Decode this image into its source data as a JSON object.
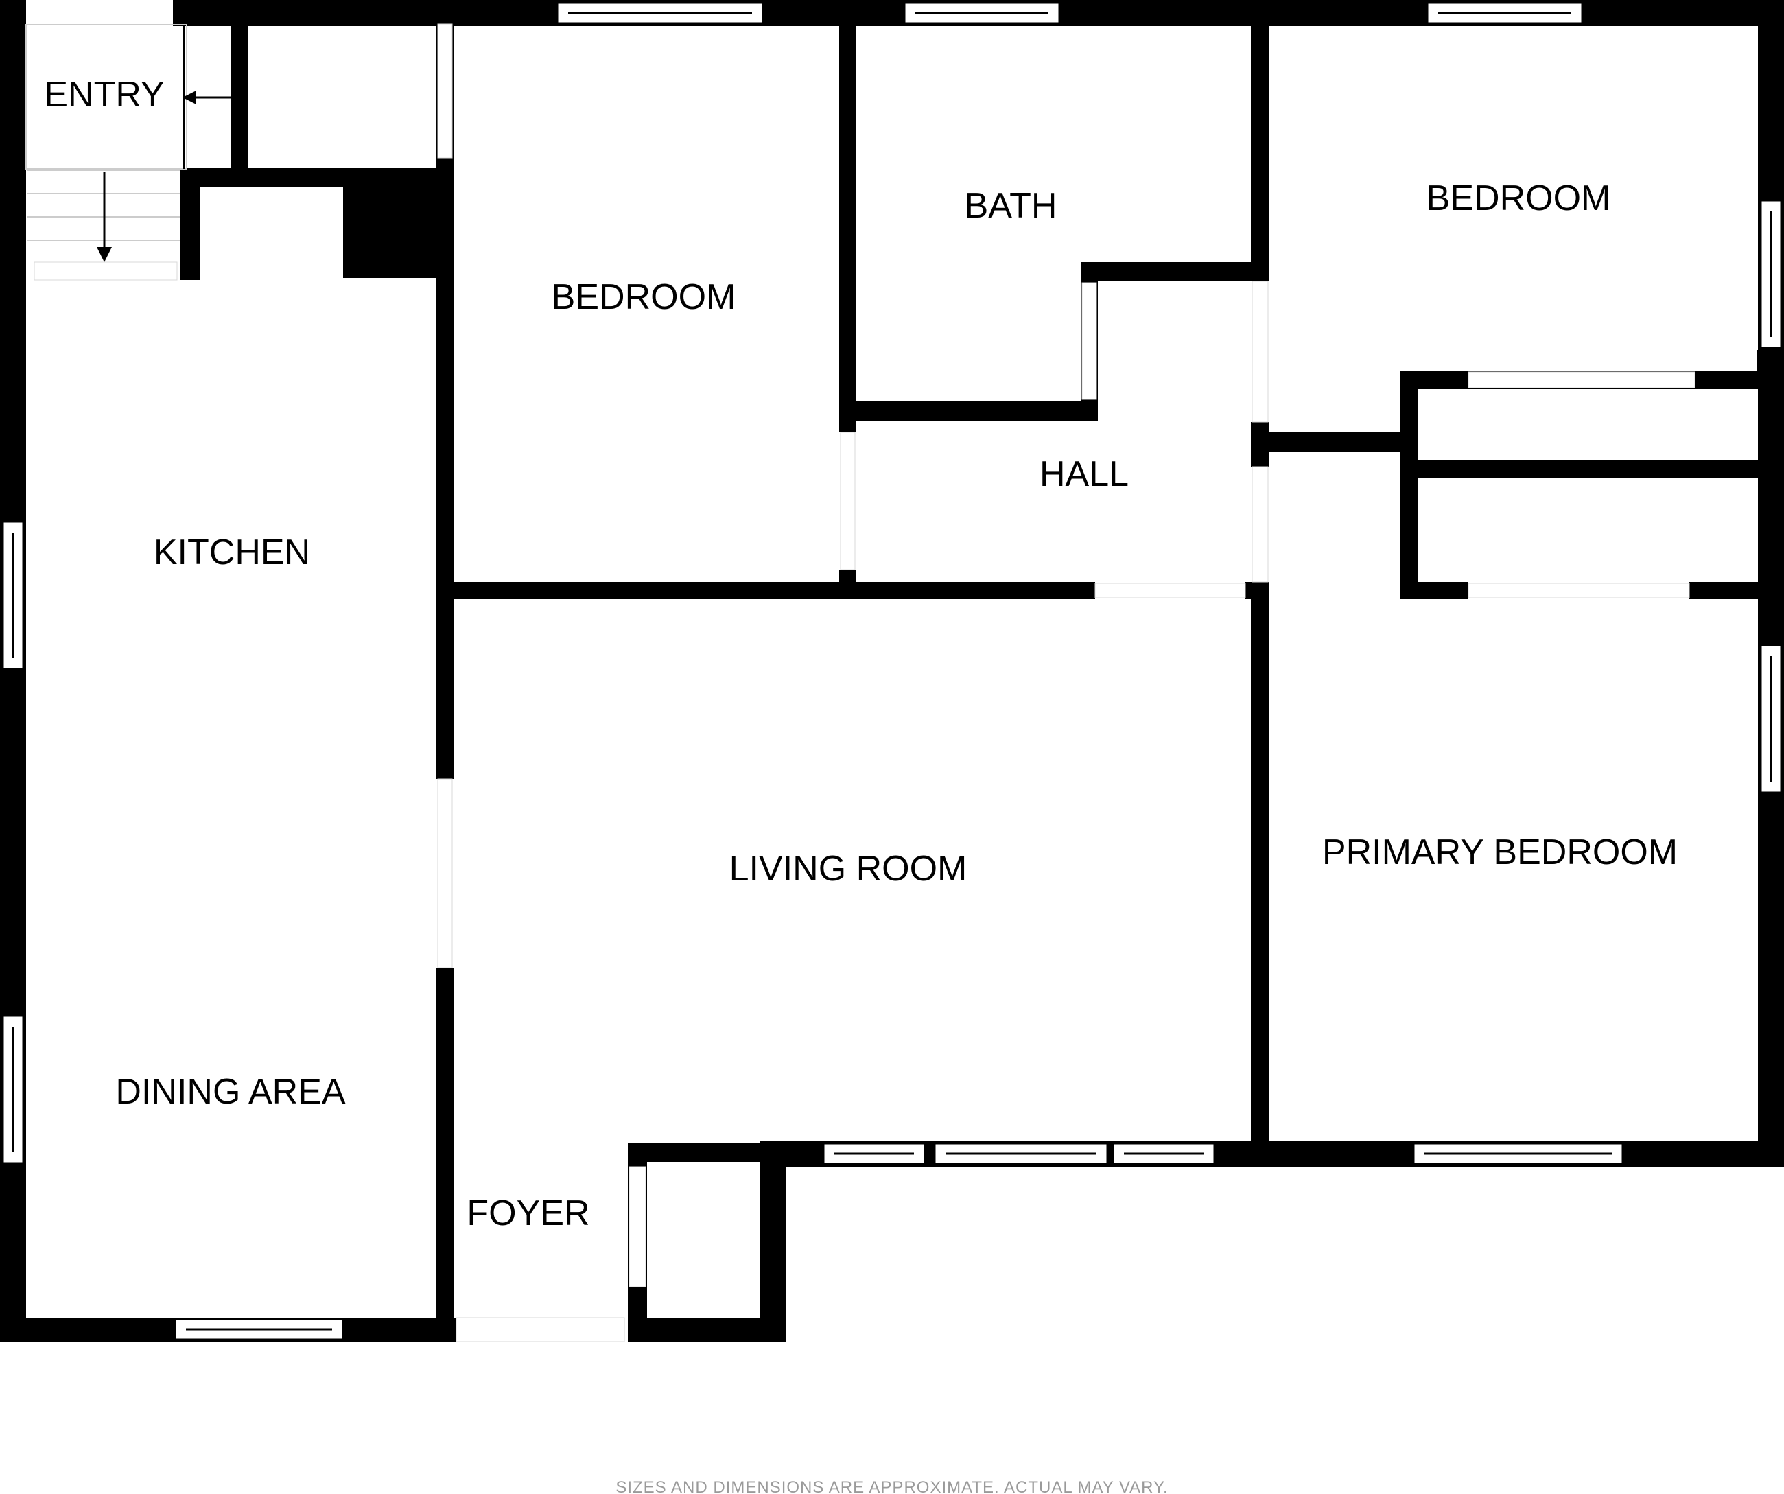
{
  "colors": {
    "wall": "#000000",
    "background": "#ffffff",
    "window": "#ffffff",
    "disclaimer": "#9a9a9a"
  },
  "rooms": {
    "entry": "ENTRY",
    "kitchen": "KITCHEN",
    "dining_area": "DINING AREA",
    "bedroom_left": "BEDROOM",
    "bath": "BATH",
    "bedroom_right": "BEDROOM",
    "hall": "HALL",
    "living_room": "LIVING ROOM",
    "primary_bedroom": "PRIMARY BEDROOM",
    "foyer": "FOYER"
  },
  "disclaimer": "SIZES AND DIMENSIONS ARE APPROXIMATE. ACTUAL MAY VARY."
}
